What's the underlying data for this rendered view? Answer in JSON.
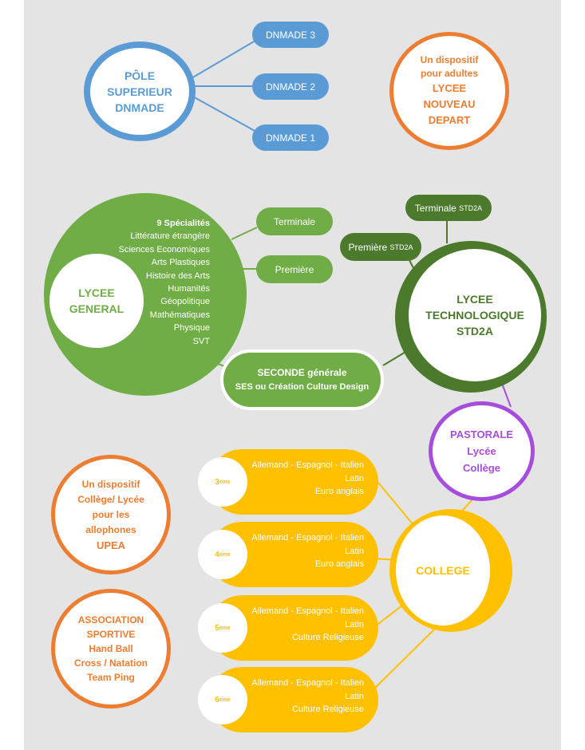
{
  "dnmade": {
    "center_lines": [
      "PÔLE",
      "SUPERIEUR",
      "DNMADE"
    ],
    "items": [
      "DNMADE 3",
      "DNMADE 2",
      "DNMADE 1"
    ]
  },
  "adultes": {
    "lines": [
      "Un dispositif",
      "pour adultes",
      "LYCEE",
      "NOUVEAU",
      "DEPART"
    ]
  },
  "lycee_general": {
    "title_lines": [
      "LYCEE",
      "GENERAL"
    ],
    "spec_title": "9 Spécialités",
    "specialites": [
      "Littérature étrangère",
      "Sciences Economiques",
      "Arts Plastiques",
      "Histoire des Arts",
      "Humanités",
      "Géopolitique",
      "Mathématiques",
      "Physique",
      "SVT"
    ],
    "levels": [
      "Terminale",
      "Première"
    ]
  },
  "lycee_techno": {
    "title_lines": [
      "LYCEE",
      "TECHNOLOGIQUE",
      "STD2A"
    ],
    "terminale": {
      "label": "Terminale",
      "suffix": "STD2A"
    },
    "premiere": {
      "label": "Première",
      "suffix": "STD2A"
    }
  },
  "seconde": {
    "line1": "SECONDE générale",
    "line2": "SES ou Création Culture Design"
  },
  "pastorale": {
    "lines": [
      "PASTORALE",
      "Lycée",
      "Collège"
    ]
  },
  "college": {
    "title": "COLLEGE",
    "levels": [
      {
        "num": "3",
        "sup": "eme",
        "lines": [
          "Allemand  - Espagnol - Italien",
          "Latin",
          "Euro anglais"
        ]
      },
      {
        "num": "4",
        "sup": "eme",
        "lines": [
          "Allemand  - Espagnol - Italien",
          "Latin",
          "Euro anglais"
        ]
      },
      {
        "num": "5",
        "sup": "eme",
        "lines": [
          "Allemand  - Espagnol - Italien",
          "Latin",
          "Culture Religieuse"
        ]
      },
      {
        "num": "6",
        "sup": "eme",
        "lines": [
          "Allemand  - Espagnol - Italien",
          "Latin",
          "Culture Religieuse"
        ]
      }
    ]
  },
  "upea": {
    "lines": [
      "Un dispositif",
      "Collège/ Lycée",
      "pour les",
      "allophones",
      "UPEA"
    ]
  },
  "association": {
    "lines": [
      "ASSOCIATION",
      "SPORTIVE",
      "Hand Ball",
      "Cross / Natation",
      "Team Ping"
    ]
  },
  "colors": {
    "blue": "#5b9bd5",
    "orange": "#ed7d31",
    "green": "#70ad47",
    "dark_green": "#4b7a2c",
    "purple": "#a64dde",
    "yellow": "#ffc000",
    "background": "#e4e4e4"
  }
}
